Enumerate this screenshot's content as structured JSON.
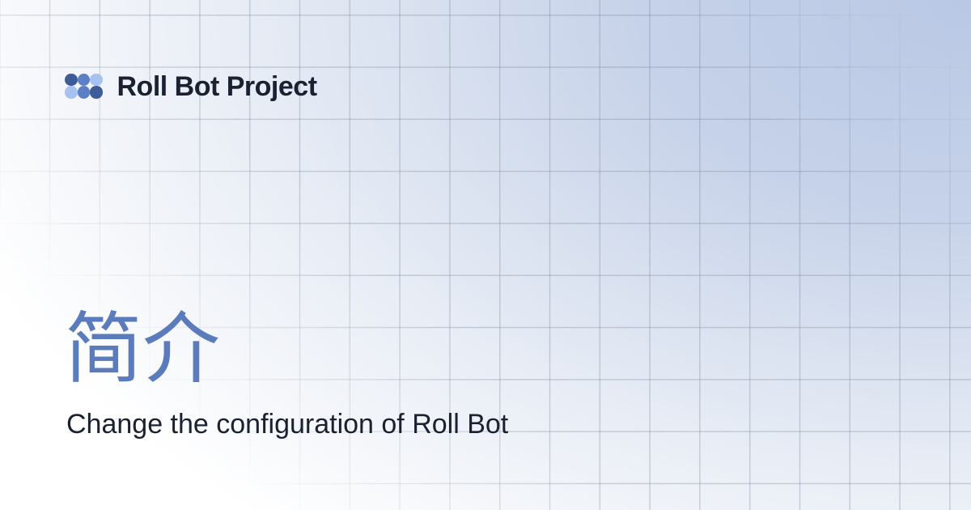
{
  "brand": {
    "name": "Roll Bot Project",
    "logo": {
      "icon_name": "dots-grid-logo",
      "dot_colors": [
        "#3d5d99",
        "#5d80c5",
        "#a6c3f0",
        "#a6c3f0",
        "#5d80c5",
        "#3d5d99"
      ]
    }
  },
  "page": {
    "title": "简介",
    "description": "Change the configuration of Roll Bot"
  },
  "theme": {
    "accent_blue": "#5b7cbc",
    "text_dark": "#1a2130",
    "background_top_right": "#b9c8e5",
    "background_bottom_left": "#ffffff",
    "grid_line": "rgba(100,115,140,0.28)"
  }
}
